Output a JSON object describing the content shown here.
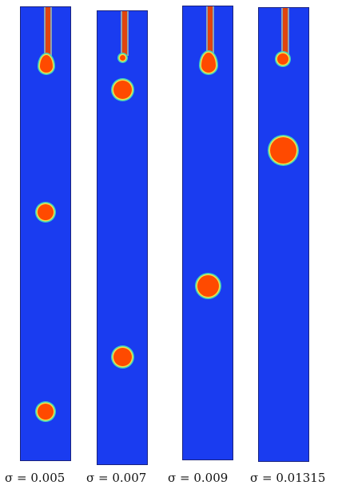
{
  "labels": {
    "l1": "σ = 0.005",
    "l2": "σ = 0.007",
    "l3": "σ = 0.009",
    "l4": "σ = 0.01315"
  },
  "colors": {
    "fluid": "#1a3cf0",
    "droplet": "#ff4a00",
    "interface": "#3fd0c0"
  }
}
